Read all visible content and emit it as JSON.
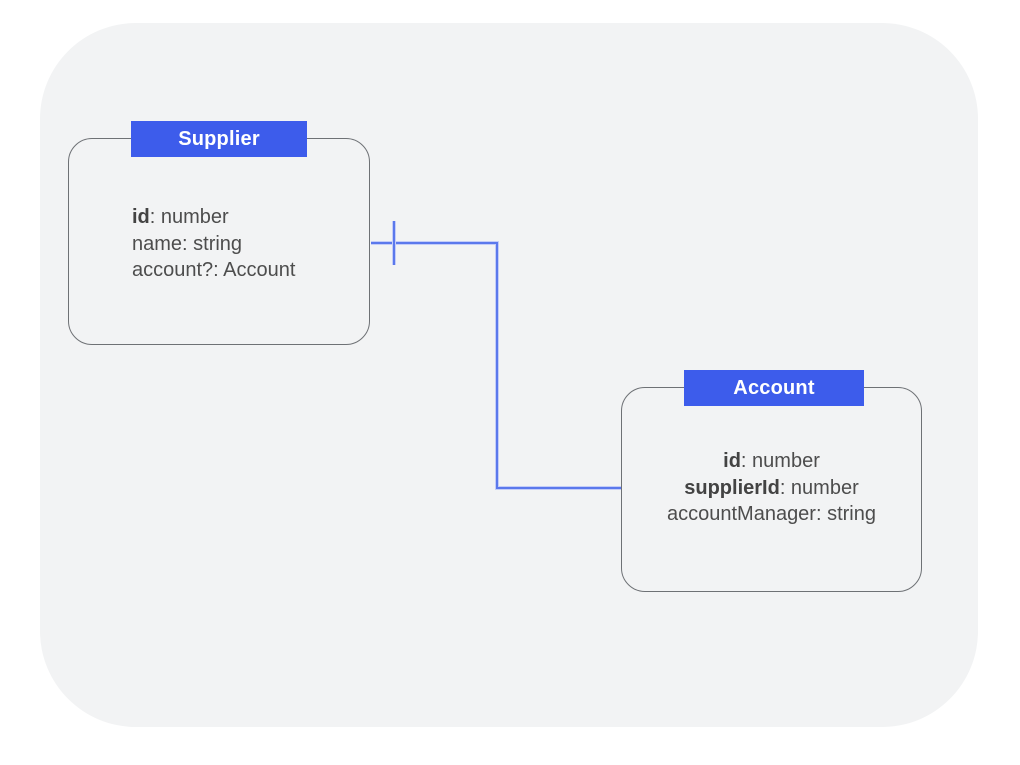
{
  "diagram": {
    "entities": {
      "supplier": {
        "title": "Supplier",
        "fields": [
          {
            "key": "id",
            "rest": ": number"
          },
          {
            "key": "",
            "rest": "name: string"
          },
          {
            "key": "",
            "rest": "account?: Account"
          }
        ]
      },
      "account": {
        "title": "Account",
        "fields": [
          {
            "key": "id",
            "rest": ": number"
          },
          {
            "key": "supplierId",
            "rest": ": number"
          },
          {
            "key": "",
            "rest": "accountManager: string"
          }
        ]
      }
    },
    "relationship": {
      "from": "Supplier",
      "to": "Account",
      "marker_at_supplier": "one"
    },
    "colors": {
      "header_blue": "#3d5ceb",
      "connector_blue": "#5b78ec",
      "canvas_gray": "#f2f3f4",
      "box_border_gray": "#6e7175",
      "field_text_gray": "#4d4d4d",
      "page_background": "#ffffff"
    }
  }
}
